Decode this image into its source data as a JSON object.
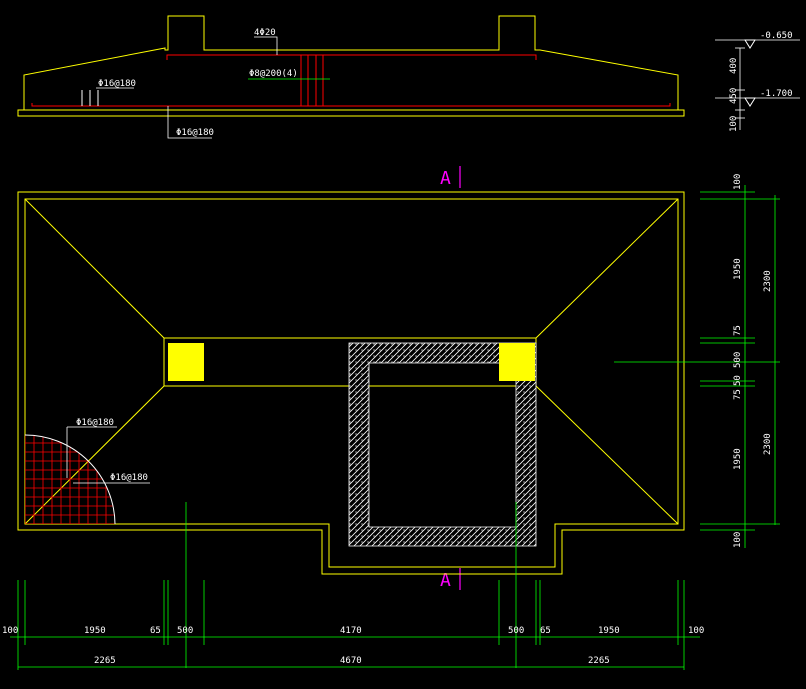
{
  "section_marks": {
    "top": "A",
    "bottom": "A"
  },
  "elevation": {
    "rebar_top": "4Φ20",
    "stirrup": "Φ8@200(4)",
    "rebar_left": "Φ16@180",
    "rebar_bottom": "Φ16@180",
    "level_top": "-0.650",
    "level_bottom": "-1.700",
    "dim_400": "400",
    "dim_450": "450",
    "dim_100": "100"
  },
  "plan": {
    "rebar_1": "Φ16@180",
    "rebar_2": "Φ16@180"
  },
  "dims_right": {
    "d100_top": "100",
    "d1950_top": "1950",
    "d75_a": "75",
    "d500": "500",
    "d75_b": "75",
    "d50": "50",
    "d1950_bot": "1950",
    "d100_bot": "100",
    "d2300_top": "2300",
    "d2300_bot": "2300"
  },
  "dims_bottom": {
    "d100_l": "100",
    "d1950_l": "1950",
    "d65_l": "65",
    "d500_l": "500",
    "d4170": "4170",
    "d500_r": "500",
    "d65_r": "65",
    "d1950_r": "1950",
    "d100_r": "100",
    "d2265_l": "2265",
    "d4670": "4670",
    "d2265_r": "2265"
  }
}
